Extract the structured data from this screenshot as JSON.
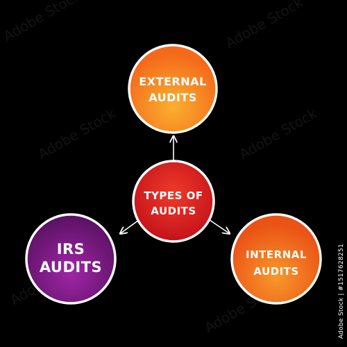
{
  "diagram": {
    "center": {
      "line1": "TYPES OF",
      "line2": "AUDITS",
      "color": "#d61f1f"
    },
    "top": {
      "line1": "EXTERNAL",
      "line2": "AUDITS",
      "color": "#f6801f"
    },
    "left": {
      "line1": "IRS",
      "line2": "AUDITS",
      "color": "#7a1a82"
    },
    "right": {
      "line1": "INTERNAL",
      "line2": "AUDITS",
      "color": "#f0661a"
    }
  },
  "watermark": {
    "text": "Adobe Stock"
  },
  "stock_id": "Adobe Stock | #1517628251"
}
